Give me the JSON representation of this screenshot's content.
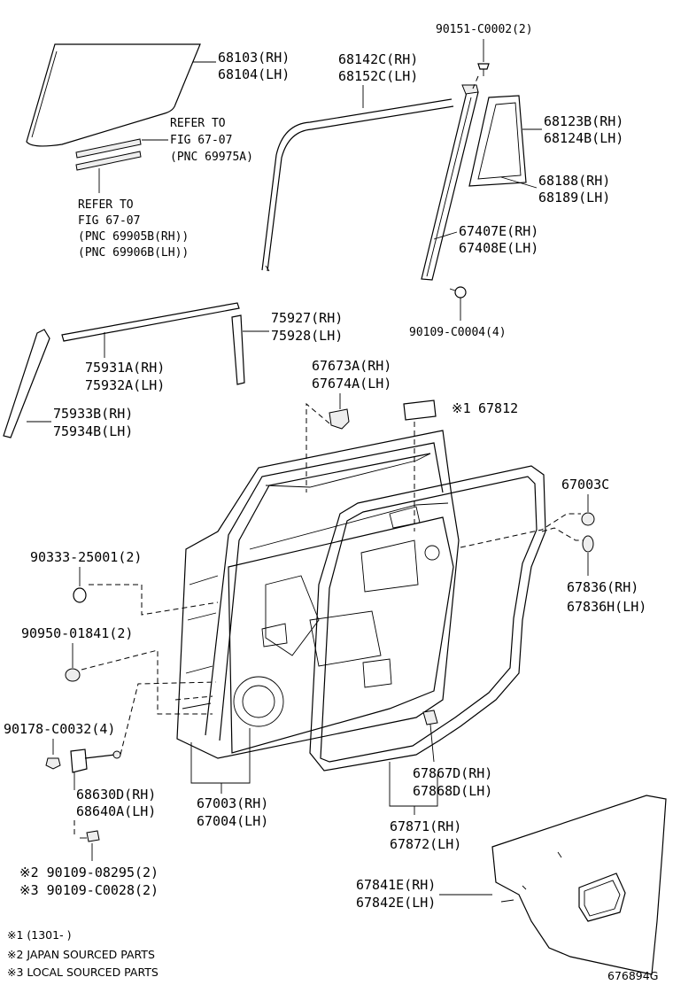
{
  "labels": {
    "glass_rh": "68103(RH)",
    "glass_lh": "68104(LH)",
    "refer1_a": "REFER TO",
    "refer1_b": "FIG 67-07",
    "refer1_c": "(PNC 69975A)",
    "refer2_a": "REFER TO",
    "refer2_b": "FIG 67-07",
    "refer2_c": "(PNC 69905B(RH))",
    "refer2_d": "(PNC 69906B(LH))",
    "run_rh": "68142C(RH)",
    "run_lh": "68152C(LH)",
    "screw_top": "90151-C0002(2)",
    "qglass_rh": "68123B(RH)",
    "qglass_lh": "68124B(LH)",
    "qweather_rh": "68188(RH)",
    "qweather_lh": "68189(LH)",
    "frame_rh": "67407E(RH)",
    "frame_lh": "67408E(LH)",
    "bolt_frame": "90109-C0004(4)",
    "mould_upper_rh": "75927(RH)",
    "mould_upper_lh": "75928(LH)",
    "mould_belt_rh": "75931A(RH)",
    "mould_belt_lh": "75932A(LH)",
    "mould_pillar_rh": "75933B(RH)",
    "mould_pillar_lh": "75934B(LH)",
    "bracket_rh": "67673A(RH)",
    "bracket_lh": "67674A(LH)",
    "pad_mark": "※1",
    "pad": "67812",
    "plug_c": "67003C",
    "plug_rh": "67836(RH)",
    "plug_lh": "67836H(LH)",
    "hole_plug": "90333-25001(2)",
    "plug_small": "90950-01841(2)",
    "nut": "90178-C0032(4)",
    "check_rh": "68630D(RH)",
    "check_lh": "68640A(LH)",
    "door_rh": "67003(RH)",
    "door_lh": "67004(LH)",
    "wstrip_rh": "67867D(RH)",
    "wstrip_lh": "67868D(LH)",
    "wstrip2_rh": "67871(RH)",
    "wstrip2_lh": "67872(LH)",
    "cover_rh": "67841E(RH)",
    "cover_lh": "67842E(LH)",
    "bolt_a": "※2 90109-08295(2)",
    "bolt_b": "※3 90109-C0028(2)"
  },
  "notes": {
    "n1": "※1 (1301-      )",
    "n2": "※2 JAPAN SOURCED PARTS",
    "n3": "※3 LOCAL SOURCED PARTS"
  },
  "figure_id": "676894G"
}
